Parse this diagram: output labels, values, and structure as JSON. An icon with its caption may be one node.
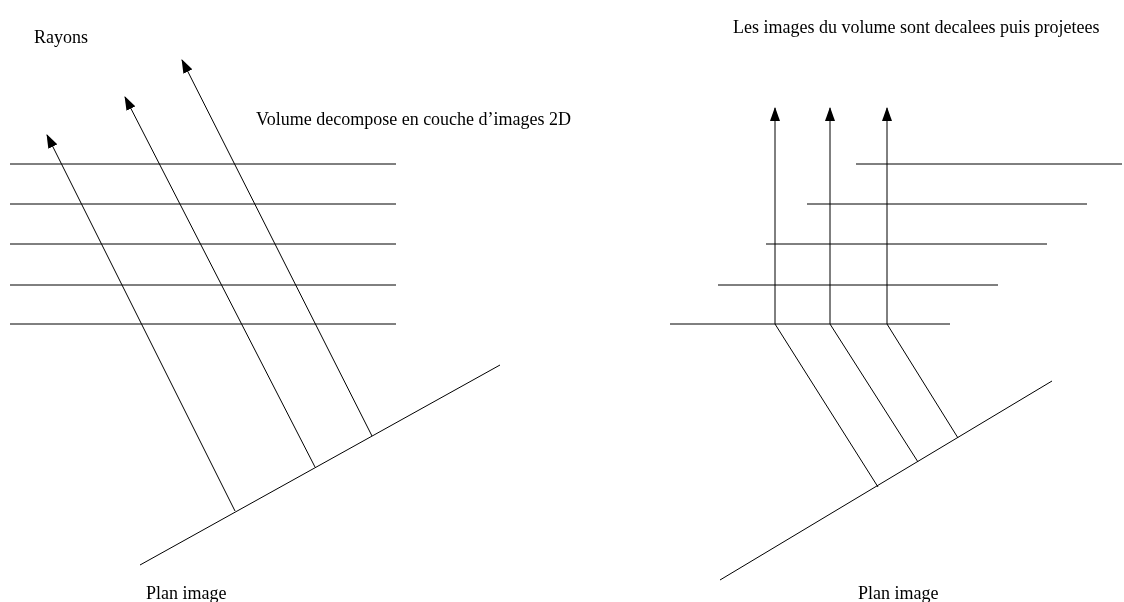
{
  "diagram": {
    "labels": [
      "Rayons",
      "Volume decompose en couche d’images 2D",
      "Les images du volume sont decalees puis projetees",
      "Plan image",
      "Plan image"
    ]
  }
}
